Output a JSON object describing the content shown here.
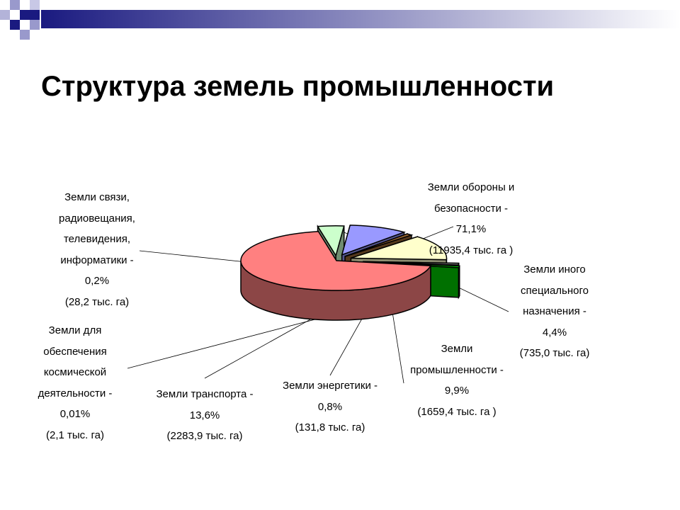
{
  "slide": {
    "title": "Структура земель промышленности"
  },
  "chart_data": {
    "type": "pie",
    "title": "",
    "slices": [
      {
        "label": "Земли обороны и\nбезопасности -\n71,1%\n(11935,4 тыс. га )",
        "value": 71.1,
        "area_thousand_ha": 11935.4,
        "color": "#ff8080"
      },
      {
        "label": "Земли иного\nспециального\nназначения -\n4,4%\n(735,0 тыс. га)",
        "value": 4.4,
        "area_thousand_ha": 735.0,
        "color": "#ccffcc"
      },
      {
        "label": "Земли\nпромышленности -\n9,9%\n(1659,4 тыс. га )",
        "value": 9.9,
        "area_thousand_ha": 1659.4,
        "color": "#9999ff"
      },
      {
        "label": "Земли энергетики -\n0,8%\n(131,8 тыс. га)",
        "value": 0.8,
        "area_thousand_ha": 131.8,
        "color": "#996633"
      },
      {
        "label": "Земли транспорта -\n13,6%\n(2283,9 тыс. га)",
        "value": 13.6,
        "area_thousand_ha": 2283.9,
        "color": "#ffffcc"
      },
      {
        "label": "Земли для\nобеспечения\nкосмической\nдеятельности -\n0,01%\n(2,1 тыс. га)",
        "value": 0.01,
        "area_thousand_ha": 2.1,
        "color": "#969696"
      },
      {
        "label": "Земли связи,\nрадиовещания,\nтелевидения,\nинформатики -\n0,2%\n(28,2 тыс. га)",
        "value": 0.2,
        "area_thousand_ha": 28.2,
        "color": "#00cc00"
      }
    ]
  }
}
